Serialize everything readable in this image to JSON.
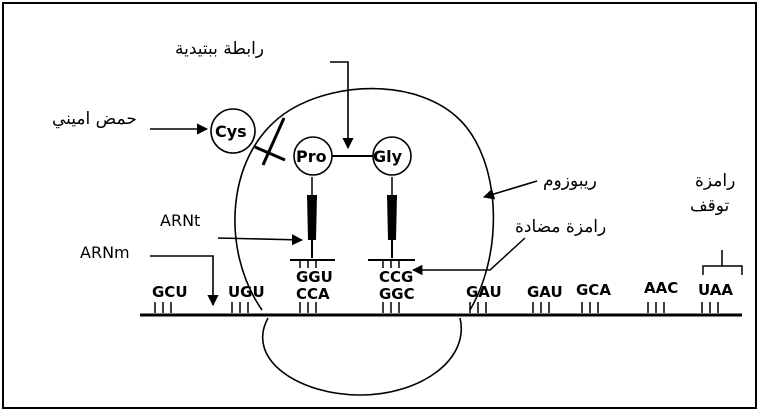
{
  "labels": {
    "peptide_bond": "رابطة ببتيدية",
    "amino_acid": "حمض اميني",
    "ribosome": "ريبوزوم",
    "stop_codon_line1": "رامزة",
    "stop_codon_line2": "توقف",
    "anticodon": "رامزة مضادة",
    "trna": "ARNt",
    "mrna": "ARNm"
  },
  "amino_acids": [
    "Cys",
    "Pro",
    "Gly"
  ],
  "anticodons": [
    "GGU",
    "CCG"
  ],
  "codons": [
    "GCU",
    "UGU",
    "CCA",
    "GGC",
    "GAU",
    "GAU",
    "GCA",
    "AAC",
    "UAA"
  ],
  "colors": {
    "ink": "#000000",
    "background": "#ffffff"
  }
}
